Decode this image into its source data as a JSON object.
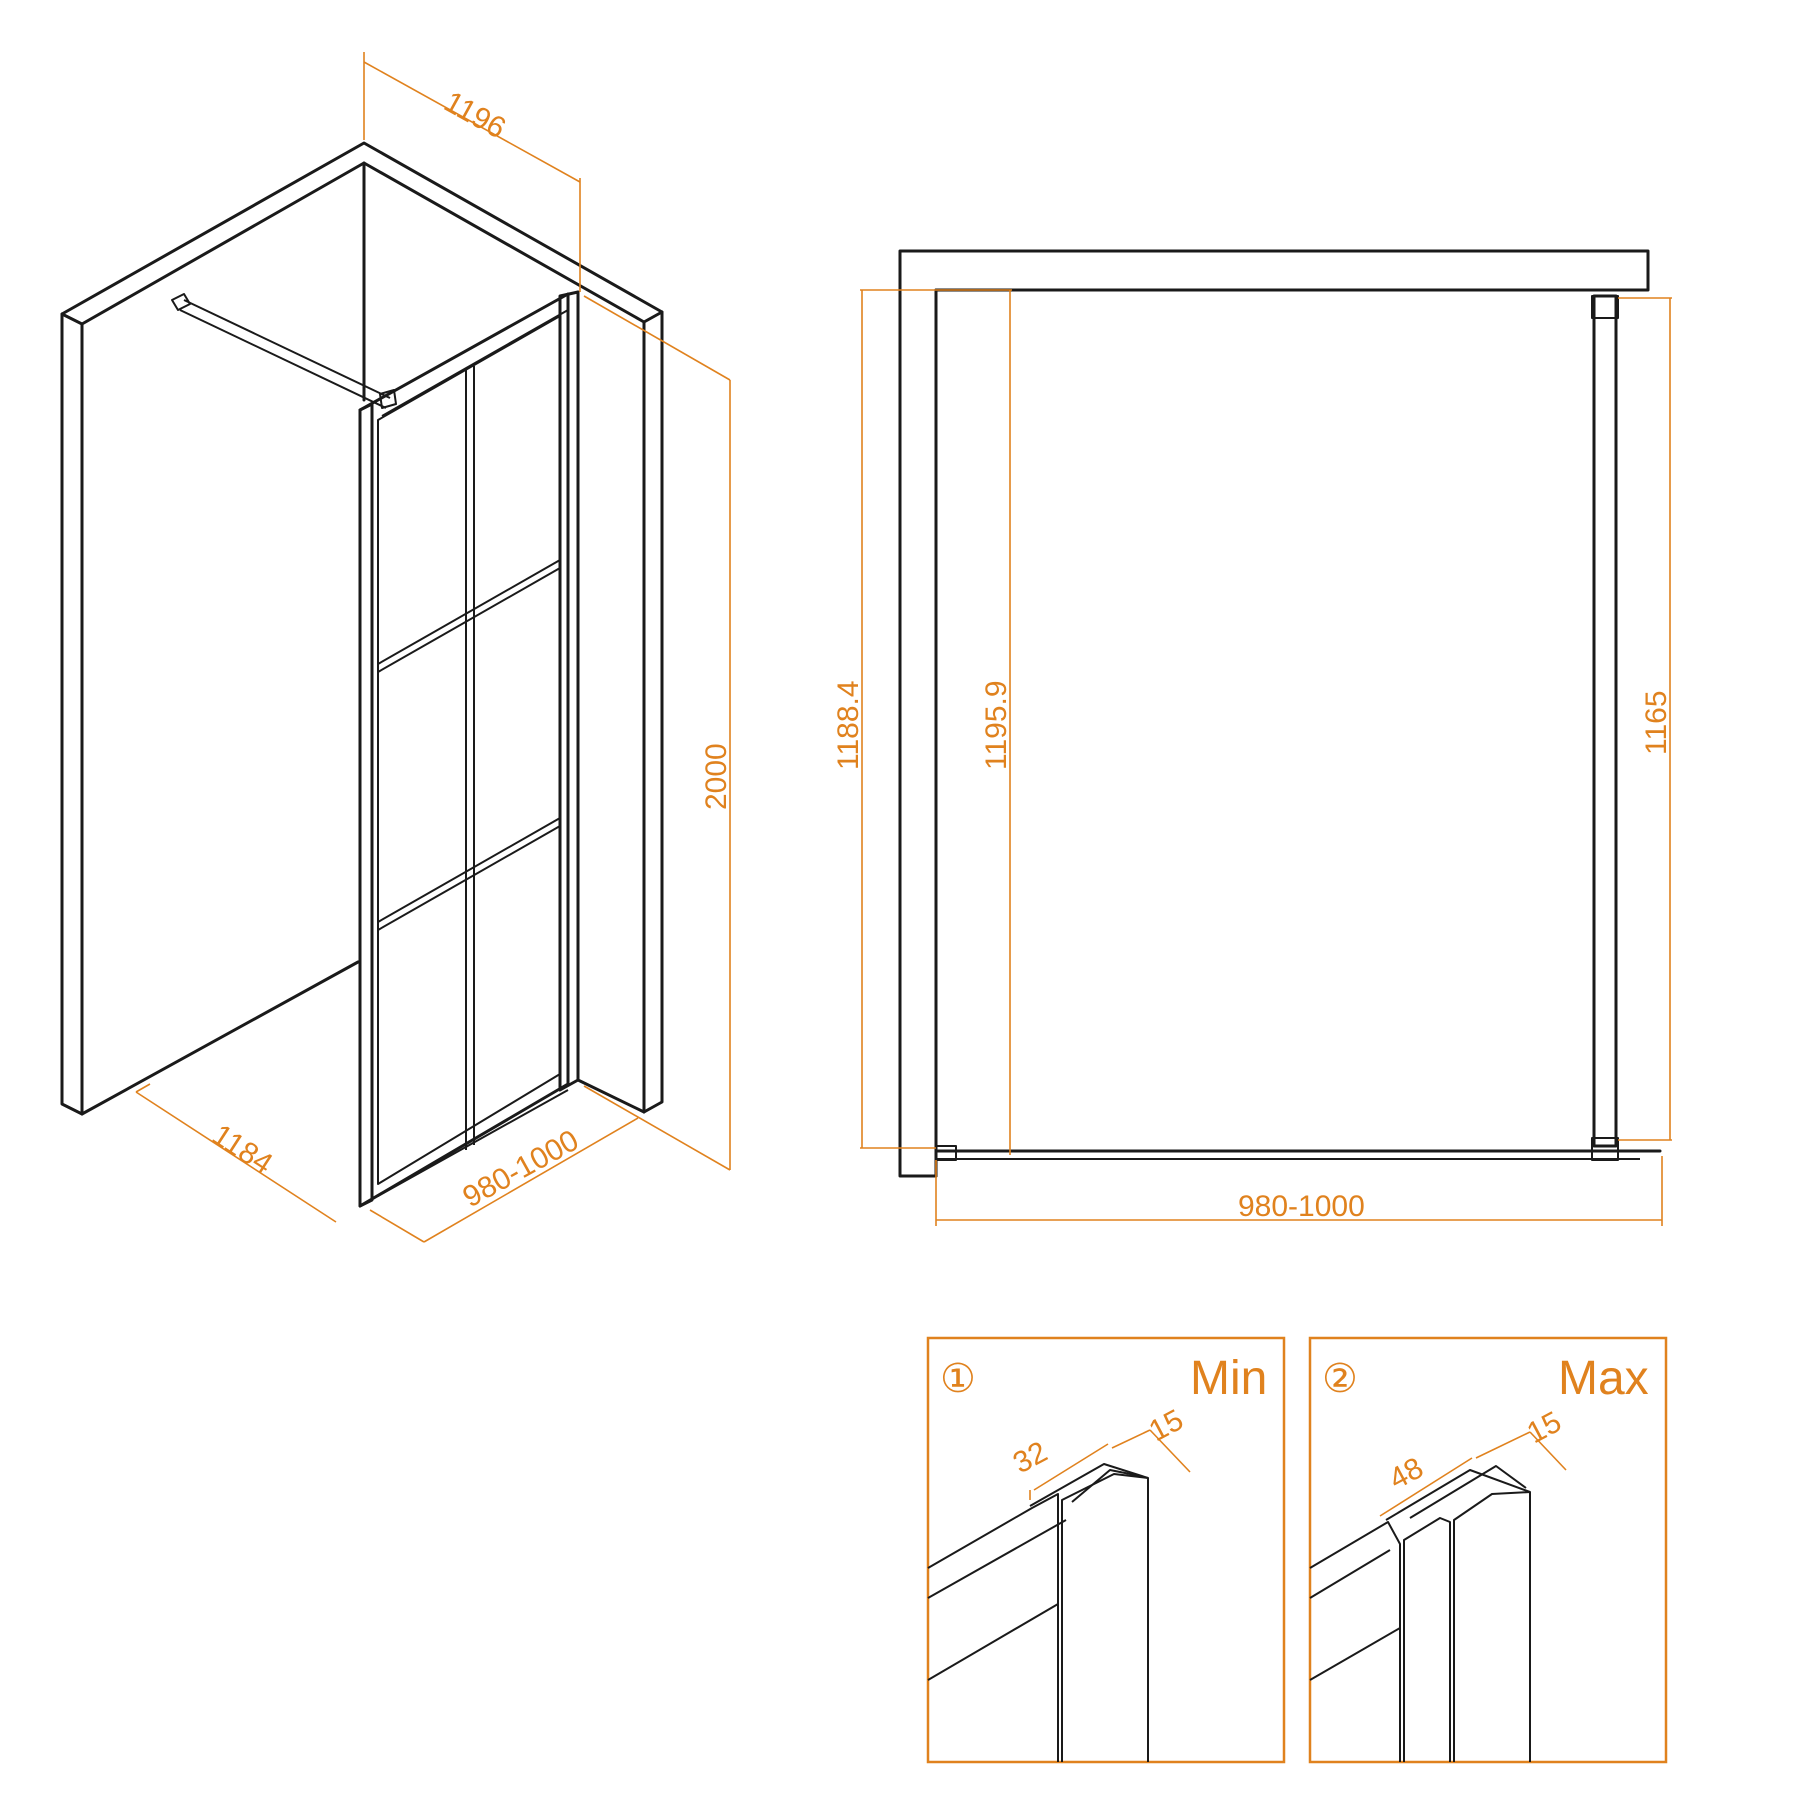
{
  "colors": {
    "line": "#1a1a1a",
    "dimension": "#e0821e",
    "background": "#ffffff"
  },
  "iso_view": {
    "dim_top_depth": "1196",
    "dim_height": "2000",
    "dim_bottom_depth": "1184",
    "dim_width": "980-1000"
  },
  "plan_view": {
    "dim_left_outer": "1188.4",
    "dim_left_inner": "1195.9",
    "dim_right": "1165",
    "dim_bottom": "980-1000"
  },
  "detail_min": {
    "number": "①",
    "label": "Min",
    "dim_a": "32",
    "dim_b": "15"
  },
  "detail_max": {
    "number": "②",
    "label": "Max",
    "dim_a": "48",
    "dim_b": "15"
  }
}
